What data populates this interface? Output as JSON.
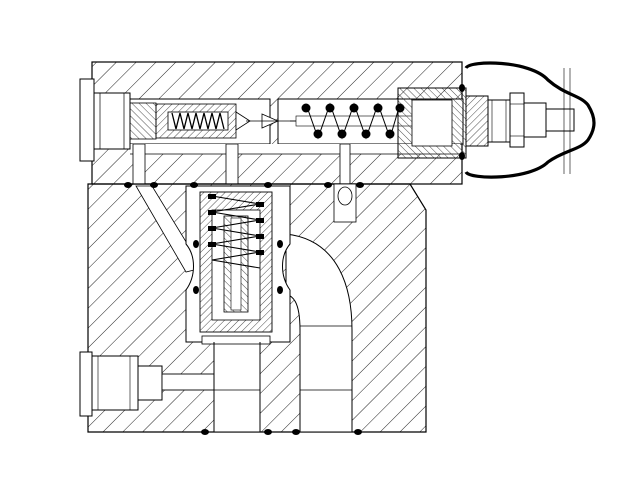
{
  "diagram": {
    "kind": "hydraulic valve cross-section",
    "colors": {
      "line": "#000000",
      "hatch": "#222222",
      "background": "#ffffff",
      "seal": "#000000"
    },
    "parts": [
      "upper-pilot-body",
      "lower-main-body",
      "left-plug",
      "pilot-poppet",
      "pilot-spring",
      "adjusting-spring",
      "adjusting-screw",
      "protective-cap",
      "main-spool",
      "main-spring",
      "side-plug",
      "outlet-port",
      "inlet-port",
      "o-ring-seals"
    ]
  }
}
